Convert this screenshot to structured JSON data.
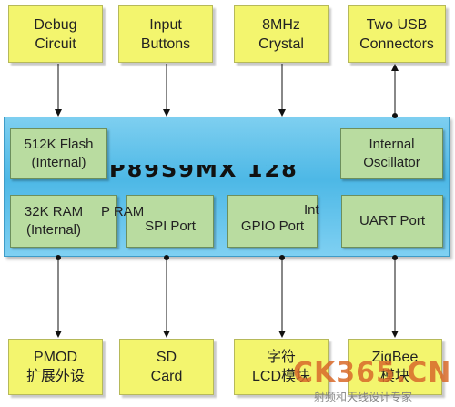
{
  "top_blocks": [
    {
      "line1": "Debug",
      "line2": "Circuit"
    },
    {
      "line1": "Input",
      "line2": "Buttons"
    },
    {
      "line1": "8MHz",
      "line2": "Crystal"
    },
    {
      "line1": "Two USB",
      "line2": "Connectors"
    }
  ],
  "mcu": {
    "title": "P89S9MX 128",
    "left_top": {
      "line1": "512K Flash",
      "line2": "(Internal)"
    },
    "left_bottom": {
      "line1": "32K RAM",
      "line2": "(Internal)"
    },
    "overlap_fragment": "P RAM",
    "spi": "SPI Port",
    "gpio": "GPIO Port",
    "int_fragment": "Int",
    "uart": "UART Port",
    "oscillator": {
      "line1": "Internal",
      "line2": "Oscillator"
    }
  },
  "bottom_blocks": [
    {
      "line1": "PMOD",
      "line2": "扩展外设"
    },
    {
      "line1": "SD",
      "line2": "Card"
    },
    {
      "line1": "字符",
      "line2": "LCD模块"
    },
    {
      "line1": "ZigBee",
      "line2": "模块"
    }
  ],
  "watermark": {
    "logo": "CK365.CN",
    "tagline": "射频和天线设计专家"
  }
}
